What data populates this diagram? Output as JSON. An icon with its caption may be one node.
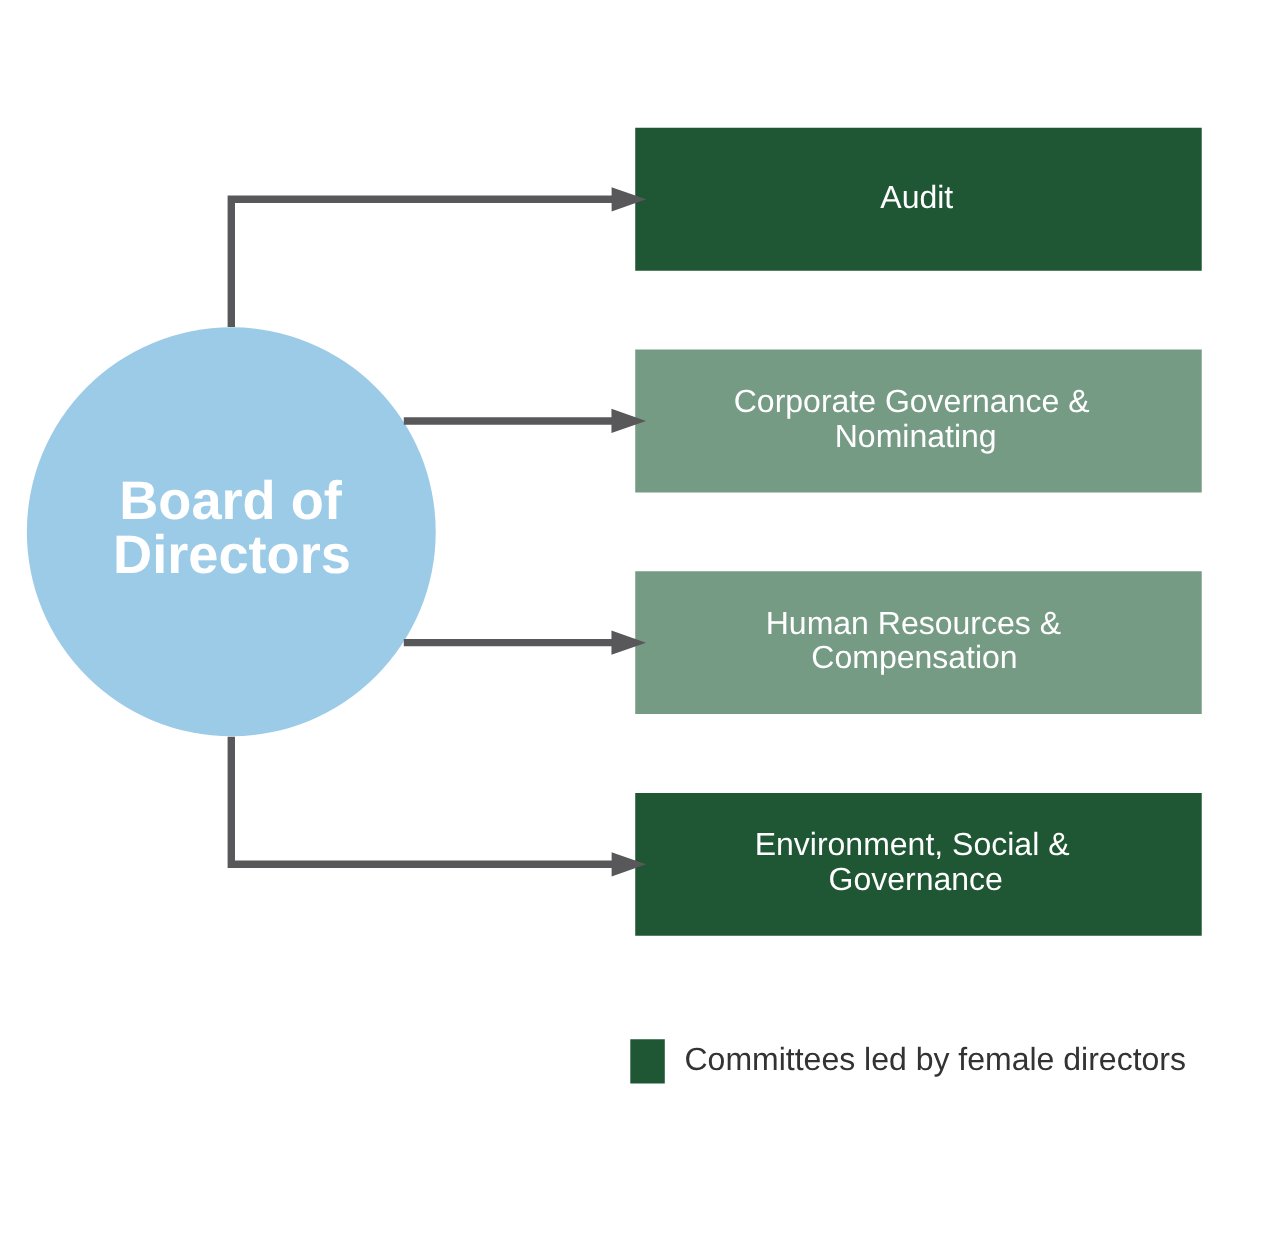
{
  "diagram": {
    "nodes": [
      {
        "text": [
          "Board of Directors"
        ]
      },
      {
        "text": [
          "Audit"
        ]
      },
      {
        "text": [
          "Corporate Governance & Nominating"
        ]
      },
      {
        "text": [
          "Human Resources & Compensation"
        ]
      },
      {
        "text": [
          "Environment, Social & Governance"
        ]
      }
    ],
    "edges": [
      {
        "from": 0,
        "to": 1,
        "arrow": "to"
      },
      {
        "from": 0,
        "to": 2,
        "arrow": "to"
      },
      {
        "from": 0,
        "to": 3,
        "arrow": "to"
      },
      {
        "from": 0,
        "to": 4,
        "arrow": "to"
      }
    ],
    "legend": [
      {
        "text": "Committees led by female directors",
        "color": "#1f5634"
      }
    ]
  }
}
